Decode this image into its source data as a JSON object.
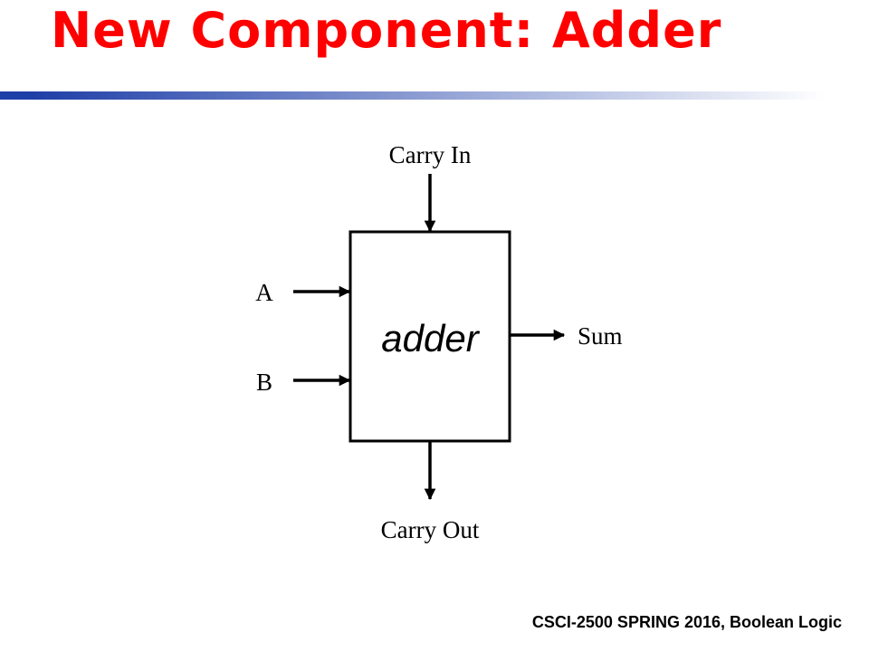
{
  "slide": {
    "title": "New Component: Adder",
    "footer": "CSCI-2500 SPRING 2016, Boolean Logic"
  },
  "diagram": {
    "block_label": "adder",
    "inputs": {
      "carry_in": "Carry In",
      "a": "A",
      "b": "B"
    },
    "outputs": {
      "sum": "Sum",
      "carry_out": "Carry Out"
    }
  },
  "colors": {
    "title": "#ff0000",
    "rule_start": "#1f3fa8",
    "rule_end": "#ffffff",
    "stroke": "#000000"
  }
}
